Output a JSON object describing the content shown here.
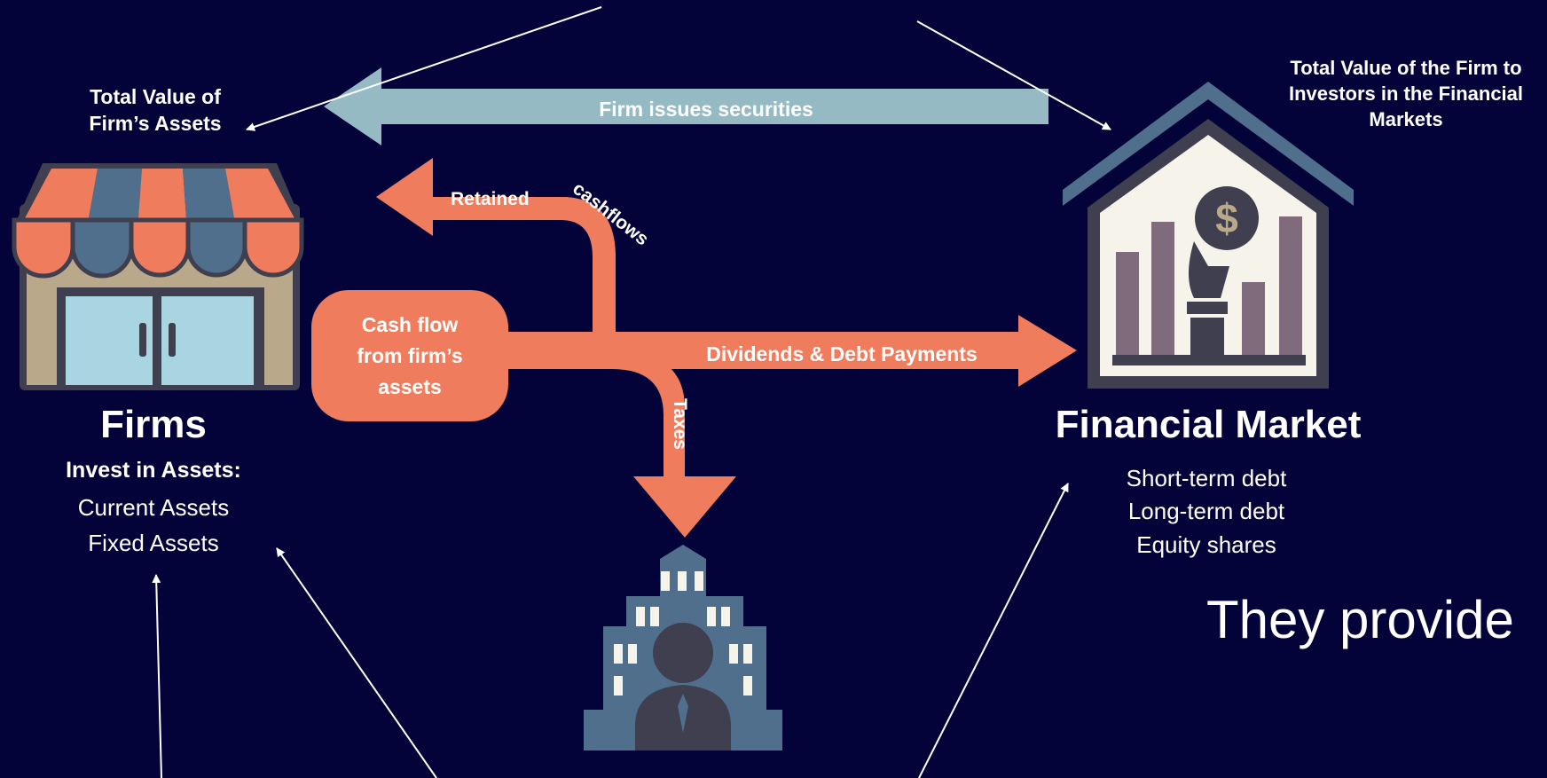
{
  "labels": {
    "firm_assets_value": "Total Value of\nFirm’s Assets",
    "firm_value_investors": "Total Value of the Firm to\nInvestors in the Financial\nMarkets",
    "firm_issues_securities": "Firm issues securities",
    "retained": "Retained",
    "cashflows": "cashflows",
    "dividends_debt": "Dividends & Debt Payments",
    "taxes": "Taxes",
    "cash_flow_box": "Cash flow\nfrom firm’s\nassets"
  },
  "firms": {
    "title": "Firms",
    "subtitle": "Invest in Assets:",
    "items": [
      "Current Assets",
      "Fixed Assets"
    ]
  },
  "market": {
    "title": "Financial Market",
    "items": [
      "Short-term debt",
      "Long-term debt",
      "Equity shares"
    ]
  },
  "tagline": "They provide",
  "icons": {
    "store": "store-icon",
    "market": "financial-market-house-icon",
    "government": "government-building-icon"
  },
  "colors": {
    "background": "#03033a",
    "orange_flow": "#ef7c5d",
    "securities_arrow": "#96bac4",
    "slate": "#4f6f8c"
  }
}
